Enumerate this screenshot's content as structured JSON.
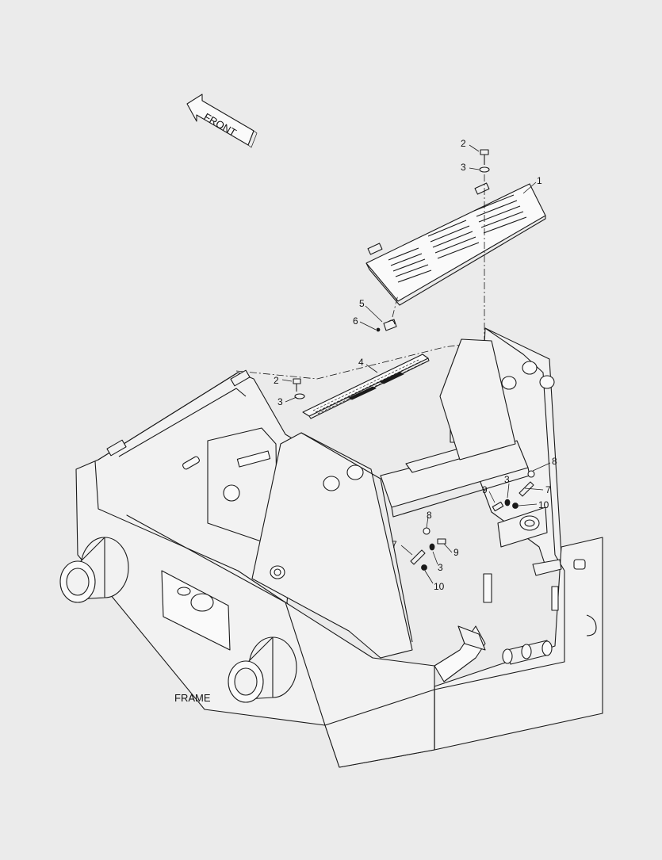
{
  "diagram": {
    "title": "FRAME",
    "direction_label": "FRONT",
    "callouts": [
      {
        "id": "c1",
        "text": "1"
      },
      {
        "id": "c2a",
        "text": "2"
      },
      {
        "id": "c3a",
        "text": "3"
      },
      {
        "id": "c4",
        "text": "4"
      },
      {
        "id": "c5",
        "text": "5"
      },
      {
        "id": "c6",
        "text": "6"
      },
      {
        "id": "c2b",
        "text": "2"
      },
      {
        "id": "c3b",
        "text": "3"
      },
      {
        "id": "c8a",
        "text": "8"
      },
      {
        "id": "c9a",
        "text": "9"
      },
      {
        "id": "c3c",
        "text": "3"
      },
      {
        "id": "c7a",
        "text": "7"
      },
      {
        "id": "c10a",
        "text": "10"
      },
      {
        "id": "c8b",
        "text": "8"
      },
      {
        "id": "c7b",
        "text": "7"
      },
      {
        "id": "c9b",
        "text": "9"
      },
      {
        "id": "c3d",
        "text": "3"
      },
      {
        "id": "c10b",
        "text": "10"
      }
    ]
  }
}
